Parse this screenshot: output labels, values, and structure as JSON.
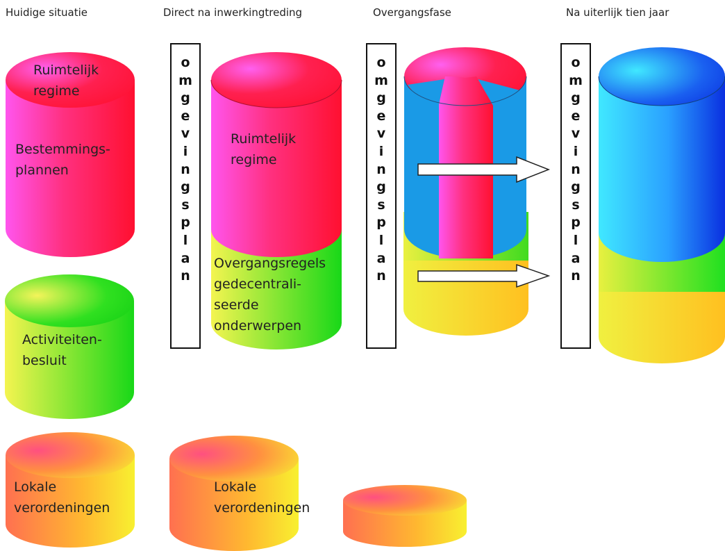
{
  "headings": {
    "current": "Huidige situatie",
    "direct": "Direct na inwerkingtreding",
    "transition": "Overgangsfase",
    "final": "Na uiterlijk tien jaar"
  },
  "vertical_word": [
    "o",
    "m",
    "g",
    "e",
    "v",
    "i",
    "n",
    "g",
    "s",
    "p",
    "l",
    "a",
    "n"
  ],
  "current": {
    "spatial_line1": "Ruimtelijk",
    "spatial_line2": "regime",
    "plans_line1": "Bestemmings-",
    "plans_line2": "plannen",
    "activity_line1": "Activiteiten-",
    "activity_line2": "besluit",
    "local_line1": "Lokale",
    "local_line2": "verordeningen"
  },
  "direct": {
    "spatial_line1": "Ruimtelijk",
    "spatial_line2": "regime",
    "transition_line1": "Overgangsregels",
    "transition_line2": "gedecentrali-",
    "transition_line3": "seerde",
    "transition_line4": "onderwerpen",
    "local_line1": "Lokale",
    "local_line2": "verordeningen"
  },
  "colors": {
    "red": "#f0143c",
    "pink": "#ff4de6",
    "green": "#22e01a",
    "yellow": "#f2f23a",
    "orange": "#ff8a3c",
    "blue": "#1a8fe6",
    "dark_blue": "#0a2fe0",
    "light_blue": "#40e0ff"
  }
}
